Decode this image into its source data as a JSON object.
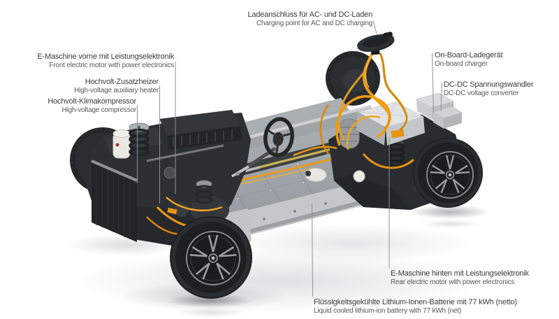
{
  "labels": {
    "charging_point": {
      "de": "Ladeanschluss für AC- und DC-Laden",
      "en": "Charging point for AC and DC charging"
    },
    "front_motor": {
      "de": "E-Maschine vorne mit Leistungselektronik",
      "en": "Front electric motor with power electronics"
    },
    "aux_heater": {
      "de": "Hochvolt-Zusatzheizer",
      "en": "High-voltage auxiliary heater"
    },
    "ac_compressor": {
      "de": "Hochvolt-Klimakompressor",
      "en": "High-voltage compressor"
    },
    "onboard_charger": {
      "de": "On-Board-Ladegerät",
      "en": "On-board charger"
    },
    "dcdc_converter": {
      "de": "DC-DC Spannungswandler",
      "en": "DC-DC voltage converter"
    },
    "rear_motor": {
      "de": "E-Maschine hinten mit Leistungselektronik",
      "en": "Rear electric motor with power electronics"
    },
    "battery": {
      "de": "Flüssigkeitsgekühlte Lithium-Ionen-Batterie mit 77 kWh (netto)",
      "en": "Liquid cooled lithium-ion battery with 77 kWh (net)"
    }
  },
  "colors": {
    "background": "#ffffff",
    "label_text_de": "#3b3b3b",
    "label_text_en": "#585858",
    "leader_line": "#8f8f8f",
    "hv_cable_orange": "#ef9a10",
    "harness_yellow": "#c9b254",
    "battery_gray": "#a2a7ab",
    "chassis_dark": "#2d3033",
    "component_silver": "#d9dbdc"
  }
}
